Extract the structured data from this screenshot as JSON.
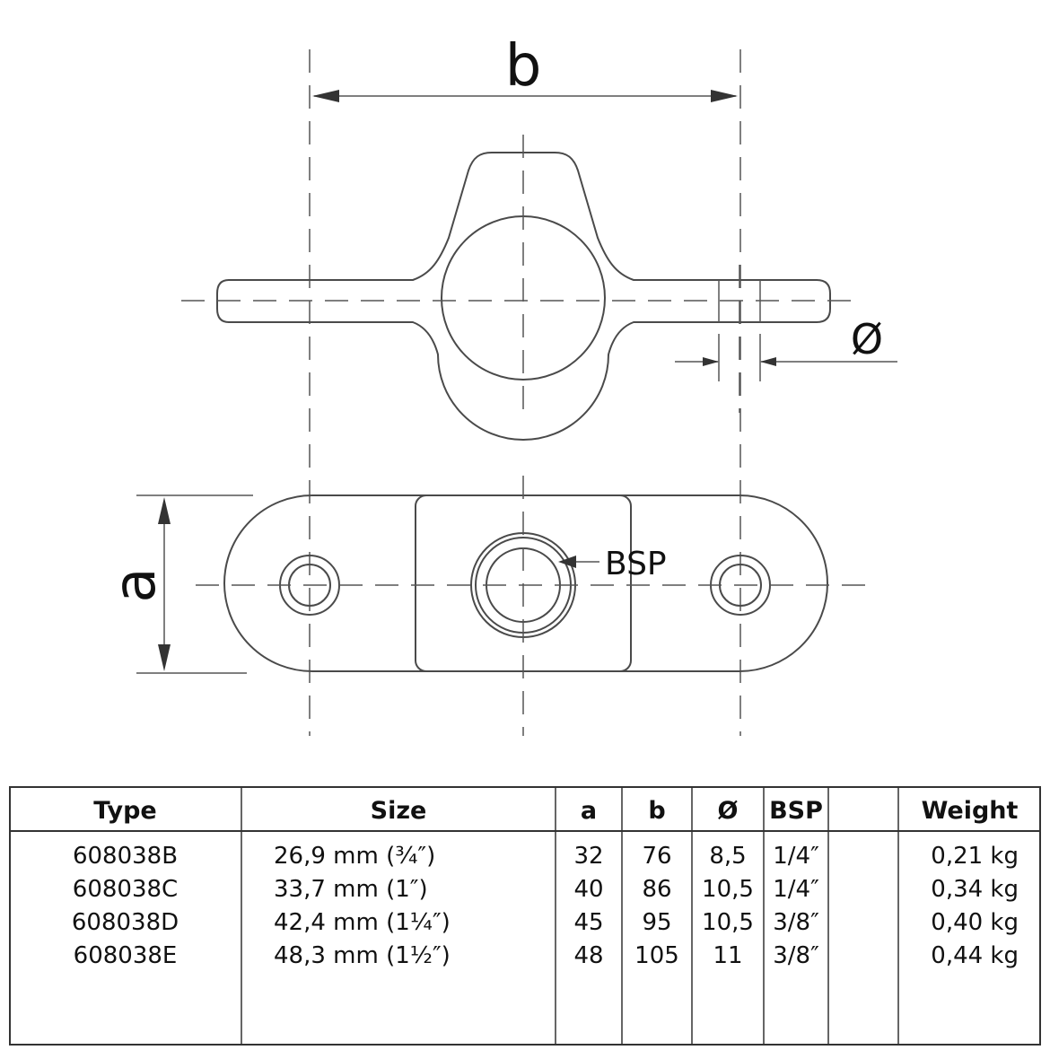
{
  "labels": {
    "dim_b": "b",
    "dim_a": "a",
    "dim_hole": "Ø",
    "bsp_callout": "BSP"
  },
  "table": {
    "headers": [
      "Type",
      "Size",
      "a",
      "b",
      "Ø",
      "BSP",
      "",
      "Weight"
    ],
    "rows": [
      [
        "608038B",
        "26,9 mm (¾″)",
        "32",
        "76",
        "8,5",
        "1/4″",
        "",
        "0,21 kg"
      ],
      [
        "608038C",
        "33,7 mm (1″)",
        "40",
        "86",
        "10,5",
        "1/4″",
        "",
        "0,34 kg"
      ],
      [
        "608038D",
        "42,4 mm (1¼″)",
        "45",
        "95",
        "10,5",
        "3/8″",
        "",
        "0,40 kg"
      ],
      [
        "608038E",
        "48,3 mm (1½″)",
        "48",
        "105",
        "11",
        "3/8″",
        "",
        "0,44 kg"
      ]
    ]
  }
}
